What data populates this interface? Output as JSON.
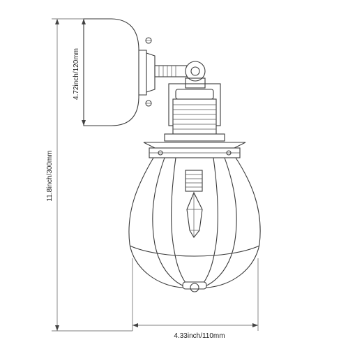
{
  "dimensions": {
    "total_height": "11.8inch/300mm",
    "base_height": "4.72inch/120mm",
    "width": "4.33inch/110mm"
  }
}
